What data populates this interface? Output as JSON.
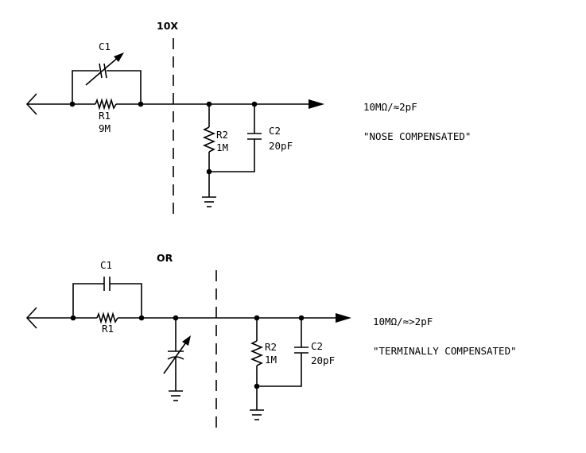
{
  "top": {
    "heading": "10X",
    "c1_label": "C1",
    "r1_label": "R1",
    "r1_value": "9M",
    "r2_label": "R2",
    "r2_value": "1M",
    "c2_label": "C2",
    "c2_value": "20pF",
    "spec": "10MΩ/≈2pF",
    "caption": "\"NOSE COMPENSATED\""
  },
  "bottom": {
    "heading": "OR",
    "c1_label": "C1",
    "r1_label": "R1",
    "r2_label": "R2",
    "r2_value": "1M",
    "c2_label": "C2",
    "c2_value": "20pF",
    "spec": "10MΩ/≈>2pF",
    "caption": "\"TERMINALLY COMPENSATED\""
  }
}
